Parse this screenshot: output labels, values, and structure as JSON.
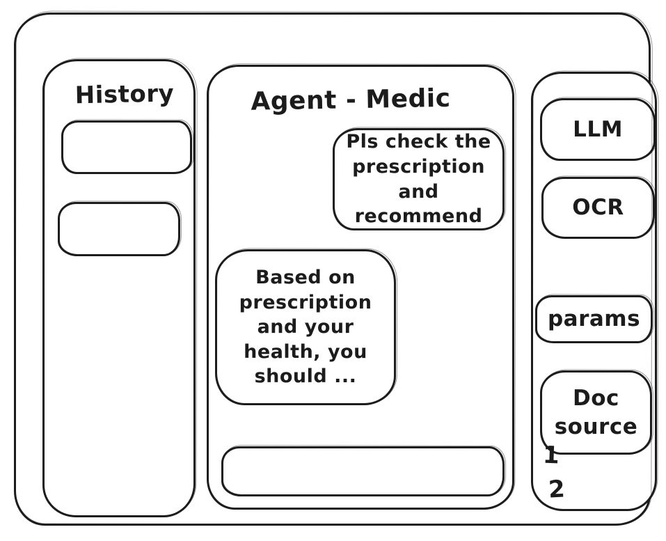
{
  "colors": {
    "ink": "#1c1c1c",
    "background": "#ffffff"
  },
  "history_panel": {
    "title": "History",
    "items": [
      {
        "label": ""
      },
      {
        "label": ""
      }
    ]
  },
  "chat_panel": {
    "title": "Agent - Medic",
    "messages": [
      {
        "role": "user",
        "text": "Pls check the\nprescription\nand recommend"
      },
      {
        "role": "assistant",
        "text": "Based on\nprescription\nand your\nhealth, you\nshould ..."
      }
    ],
    "input": {
      "value": "",
      "placeholder": ""
    }
  },
  "tools_panel": {
    "buttons": [
      {
        "label": "LLM"
      },
      {
        "label": "OCR"
      },
      {
        "label": "params"
      },
      {
        "label": "Doc\nsource"
      }
    ],
    "doc_source_items": [
      "1",
      "2"
    ]
  }
}
